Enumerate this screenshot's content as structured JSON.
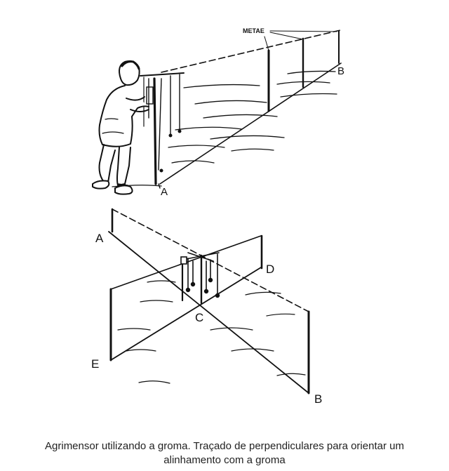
{
  "figure": {
    "top_labels": {
      "metae": "METAE",
      "a": "A",
      "b": "B"
    },
    "bottom_labels": {
      "a": "A",
      "b": "B",
      "c": "C",
      "d": "D",
      "e": "E"
    }
  },
  "caption": {
    "line1": "Agrimensor utilizando a groma. Traçado de perpendiculares para orientar um",
    "line2": "alinhamento com a groma"
  }
}
